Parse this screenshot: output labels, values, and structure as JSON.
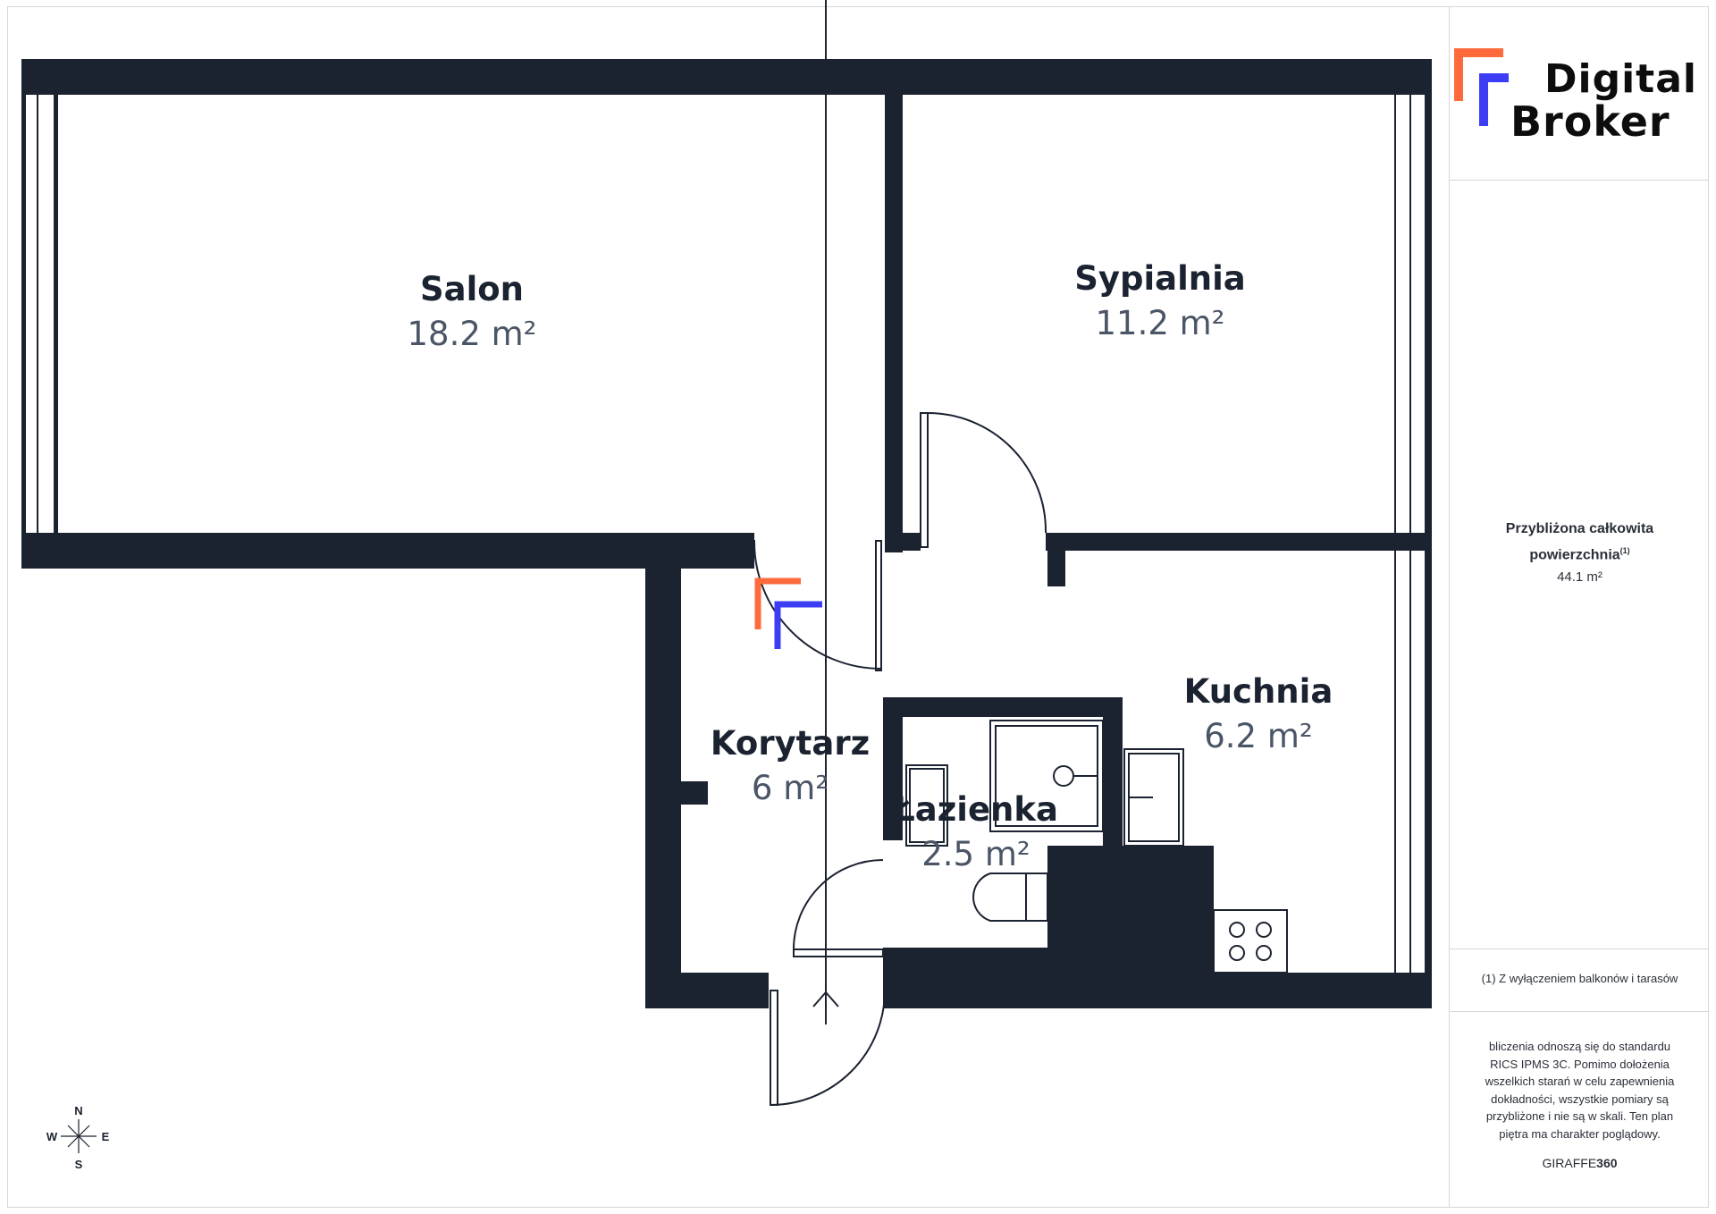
{
  "brand": {
    "line1": "Digital",
    "line2": "Broker",
    "accent_orange": "#ff6a3d",
    "accent_blue": "#3d3df5"
  },
  "rooms": {
    "salon": {
      "name": "Salon",
      "area": "18.2 m²"
    },
    "sypialnia": {
      "name": "Sypialnia",
      "area": "11.2 m²"
    },
    "korytarz": {
      "name": "Korytarz",
      "area": "6 m²"
    },
    "lazienka": {
      "name": "Łazienka",
      "area": "2.5 m²"
    },
    "kuchnia": {
      "name": "Kuchnia",
      "area": "6.2 m²"
    }
  },
  "sidebar": {
    "total_label_line1": "Przybliżona całkowita",
    "total_label_line2": "powierzchnia",
    "total_label_sup": "(1)",
    "total_value": "44.1 m²",
    "footnote": "(1) Z wyłączeniem balkonów i tarasów",
    "disclaimer": [
      "bliczenia odnoszą się do standardu",
      "RICS IPMS 3C. Pomimo dołożenia",
      "wszelkich starań w celu zapewnienia",
      "dokładności, wszystkie pomiary są",
      "przybliżone i nie są w skali. Ten plan",
      "piętra ma charakter poglądowy."
    ],
    "credit_prefix": "GIRAFFE",
    "credit_suffix": "360"
  },
  "compass": {
    "n": "N",
    "s": "S",
    "e": "E",
    "w": "W"
  },
  "colors": {
    "wall": "#1b2230",
    "text_area": "#4a5566"
  },
  "icons": [
    "compass-icon",
    "entrance-arrow-icon",
    "watermark-logo-icon"
  ]
}
